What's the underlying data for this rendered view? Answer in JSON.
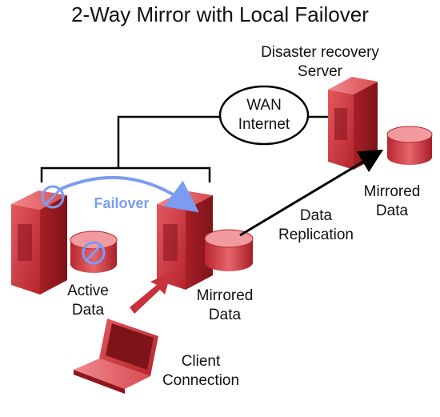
{
  "title": "2-Way Mirror with Local Failover",
  "dr_server": {
    "line1": "Disaster recovery",
    "line2": "Server"
  },
  "wan": {
    "line1": "WAN",
    "line2": "Internet"
  },
  "failover": "Failover",
  "data_replication": {
    "line1": "Data",
    "line2": "Replication"
  },
  "dr_mirrored": {
    "line1": "Mirrored",
    "line2": "Data"
  },
  "active_data": {
    "line1": "Active",
    "line2": "Data"
  },
  "local_mirrored": {
    "line1": "Mirrored",
    "line2": "Data"
  },
  "client": {
    "line1": "Client",
    "line2": "Connection"
  },
  "colors": {
    "server": "#c8323a",
    "server_light": "#e8646a",
    "failover": "#7b9cf0",
    "line": "#000000"
  }
}
